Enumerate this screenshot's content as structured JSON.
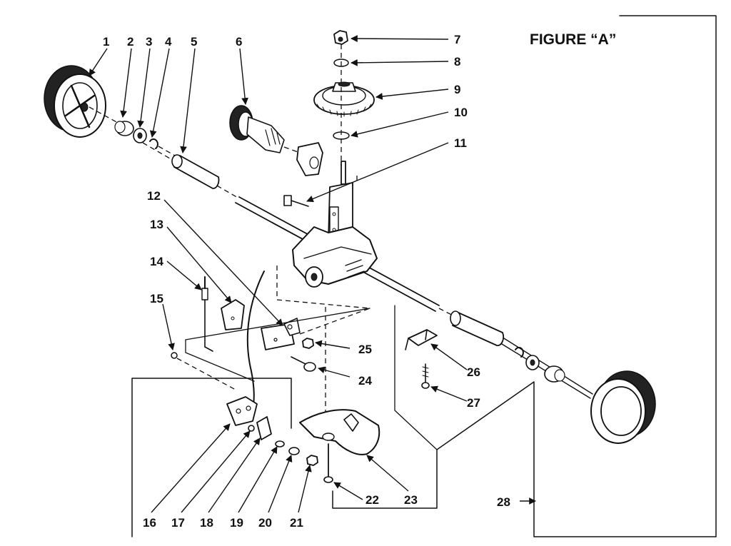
{
  "figure": {
    "title": "FIGURE “A”",
    "callouts": [
      "1",
      "2",
      "3",
      "4",
      "5",
      "6",
      "7",
      "8",
      "9",
      "10",
      "11",
      "12",
      "13",
      "14",
      "15",
      "16",
      "17",
      "18",
      "19",
      "20",
      "21",
      "22",
      "23",
      "24",
      "25",
      "26",
      "27",
      "28"
    ]
  },
  "colors": {
    "ink": "#111111",
    "paper": "#ffffff"
  }
}
